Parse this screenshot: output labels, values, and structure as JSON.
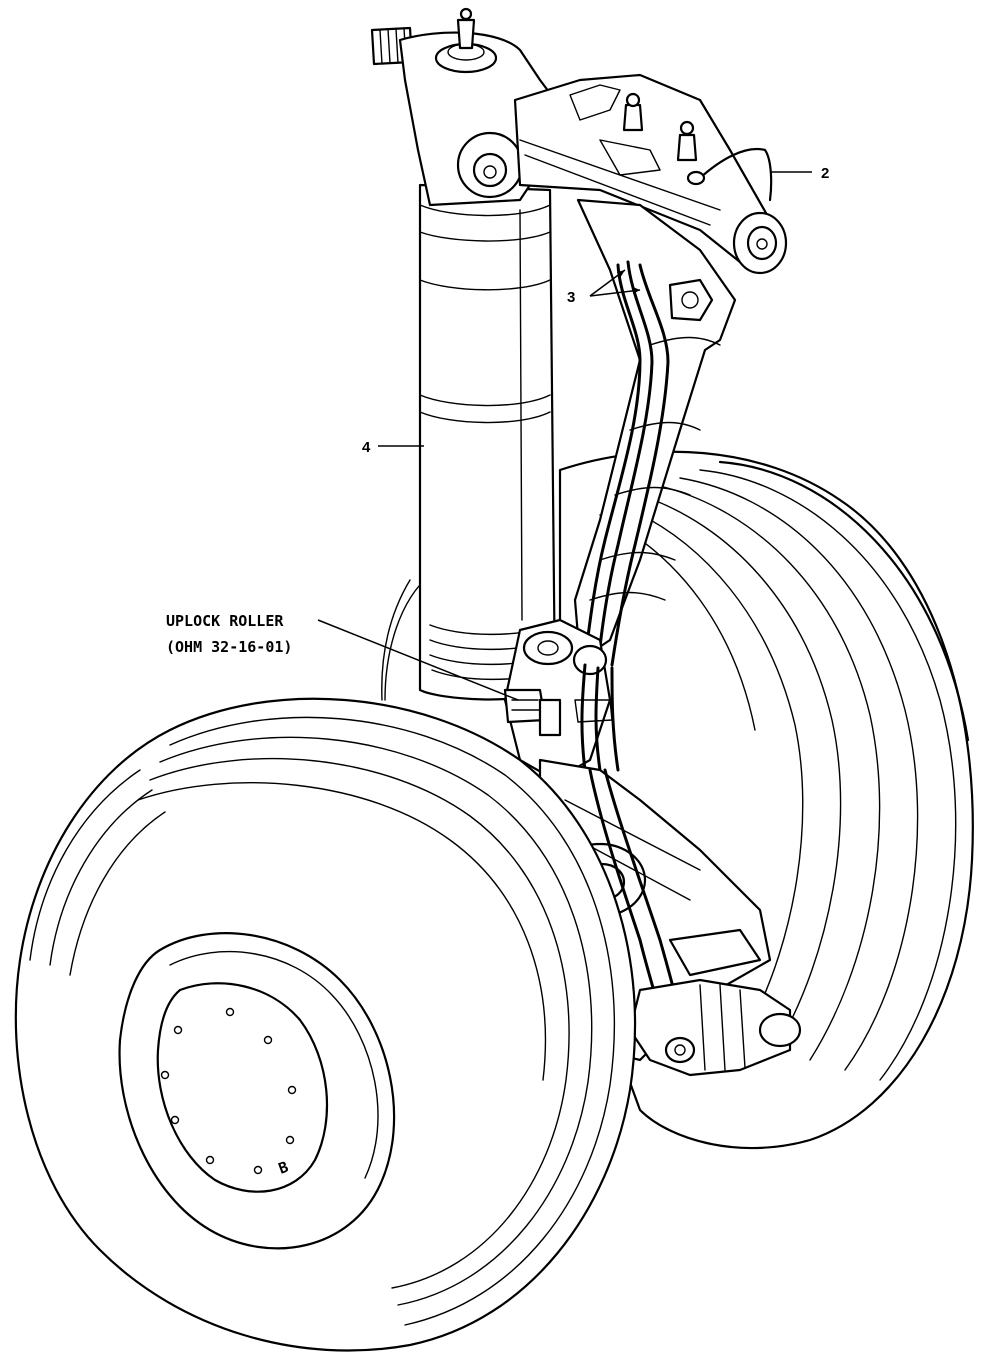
{
  "callouts": {
    "c2": "2",
    "c3": "3",
    "c4": "4",
    "uplock_line1": "UPLOCK ROLLER",
    "uplock_line2": "(OHM 32-16-01)",
    "wheel_mark": "B"
  }
}
